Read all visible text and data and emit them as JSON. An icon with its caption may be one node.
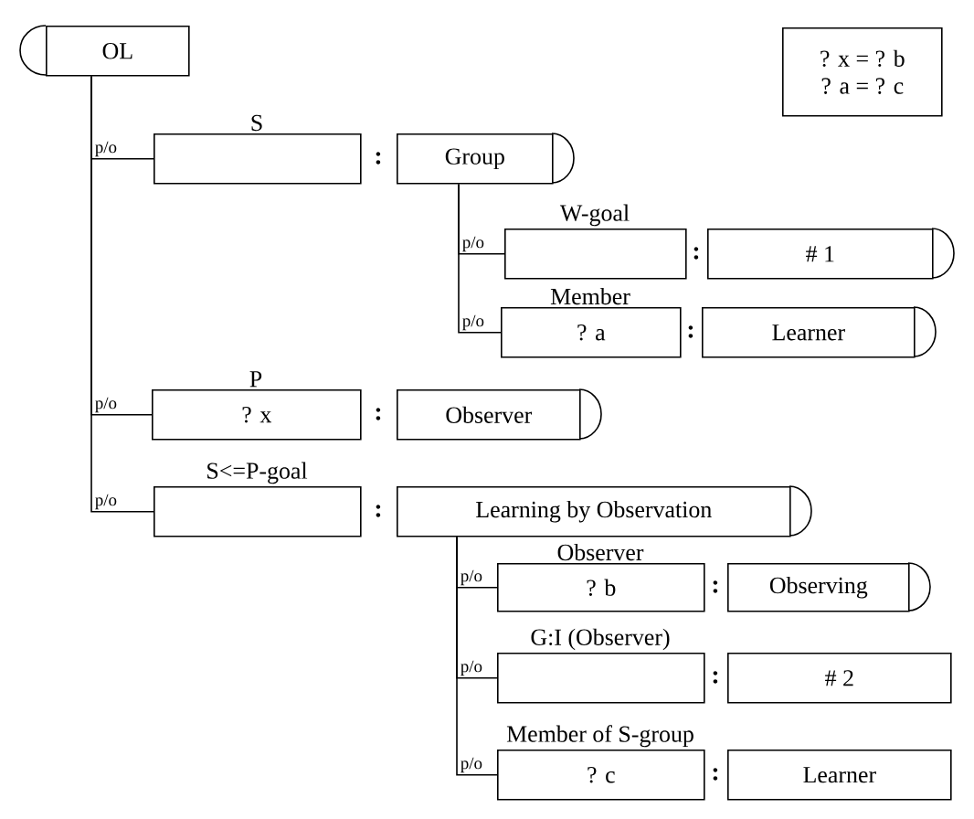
{
  "diagram": {
    "nodes": [
      {
        "text": [
          "OL"
        ]
      },
      {
        "text": [
          "S"
        ]
      },
      {
        "text": [
          "Group"
        ]
      },
      {
        "text": [
          "W-goal"
        ]
      },
      {
        "text": [
          "# 1"
        ]
      },
      {
        "text": [
          "Member",
          "? a"
        ]
      },
      {
        "text": [
          "Learner"
        ]
      },
      {
        "text": [
          "P",
          "? x"
        ]
      },
      {
        "text": [
          "Observer"
        ]
      },
      {
        "text": [
          "S<=P-goal"
        ]
      },
      {
        "text": [
          "Learning by Observation"
        ]
      },
      {
        "text": [
          "Observer",
          "? b"
        ]
      },
      {
        "text": [
          "Observing"
        ]
      },
      {
        "text": [
          "G:I (Observer)"
        ]
      },
      {
        "text": [
          "# 2"
        ]
      },
      {
        "text": [
          "Member of S-group",
          "? c"
        ]
      },
      {
        "text": [
          "Learner"
        ]
      },
      {
        "text": [
          "? x = ? b",
          "? a = ? c"
        ]
      }
    ],
    "edges": [
      {
        "from": 0,
        "to": 1,
        "arrow": "none",
        "label": "p/o"
      },
      {
        "from": 2,
        "to": 3,
        "arrow": "none",
        "label": "p/o"
      },
      {
        "from": 2,
        "to": 5,
        "arrow": "none",
        "label": "p/o"
      },
      {
        "from": 0,
        "to": 7,
        "arrow": "none",
        "label": "p/o"
      },
      {
        "from": 0,
        "to": 9,
        "arrow": "none",
        "label": "p/o"
      },
      {
        "from": 10,
        "to": 11,
        "arrow": "none",
        "label": "p/o"
      },
      {
        "from": 10,
        "to": 13,
        "arrow": "none",
        "label": "p/o"
      },
      {
        "from": 10,
        "to": 15,
        "arrow": "none",
        "label": "p/o"
      }
    ],
    "labels": [
      ":",
      ":",
      ":",
      ":",
      ":",
      ":",
      ":",
      ":"
    ]
  }
}
